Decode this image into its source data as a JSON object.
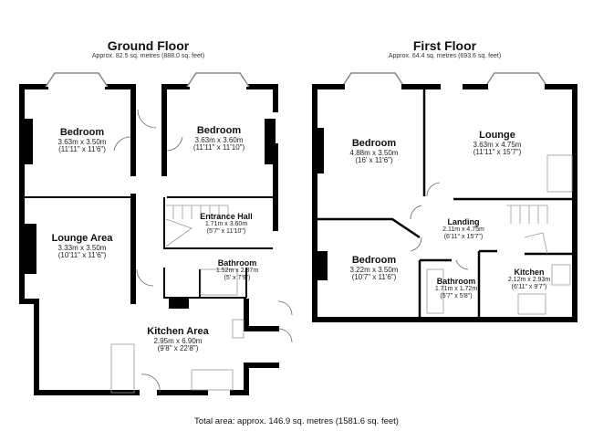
{
  "ground_floor": {
    "title": "Ground Floor",
    "area": "Approx. 82.5 sq. metres (888.0 sq. feet)",
    "rooms": [
      {
        "name": "Bedroom",
        "metric": "3.63m x 3.50m",
        "imperial": "(11'11\" x 11'6\")"
      },
      {
        "name": "Bedroom",
        "metric": "3.63m x 3.60m",
        "imperial": "(11'11\" x 11'10\")"
      },
      {
        "name": "Lounge Area",
        "metric": "3.33m x 3.50m",
        "imperial": "(10'11\" x 11'6\")"
      },
      {
        "name": "Entrance Hall",
        "metric": "1.71m x 3.60m",
        "imperial": "(5'7\" x 11'10\")"
      },
      {
        "name": "Bathroom",
        "metric": "1.52m x 2.37m",
        "imperial": "(5' x 7'9\")"
      },
      {
        "name": "Kitchen Area",
        "metric": "2.95m x 6.90m",
        "imperial": "(9'8\" x 22'8\")"
      }
    ]
  },
  "first_floor": {
    "title": "First Floor",
    "area": "Approx. 64.4 sq. metres (693.6 sq. feet)",
    "rooms": [
      {
        "name": "Bedroom",
        "metric": "4.88m x 3.50m",
        "imperial": "(16' x 11'6\")"
      },
      {
        "name": "Lounge",
        "metric": "3.63m x 4.75m",
        "imperial": "(11'11\" x 15'7\")"
      },
      {
        "name": "Landing",
        "metric": "2.11m x 4.75m",
        "imperial": "(6'11\" x 15'7\")"
      },
      {
        "name": "Bedroom",
        "metric": "3.22m x 3.50m",
        "imperial": "(10'7\" x 11'6\")"
      },
      {
        "name": "Bathroom",
        "metric": "1.71m x 1.72m",
        "imperial": "(5'7\" x 5'8\")"
      },
      {
        "name": "Kitchen",
        "metric": "2.12m x 2.93m",
        "imperial": "(6'11\" x 9'7\")"
      }
    ]
  },
  "footer": {
    "total_area": "Total area: approx. 146.9 sq. metres (1581.6 sq. feet)"
  }
}
